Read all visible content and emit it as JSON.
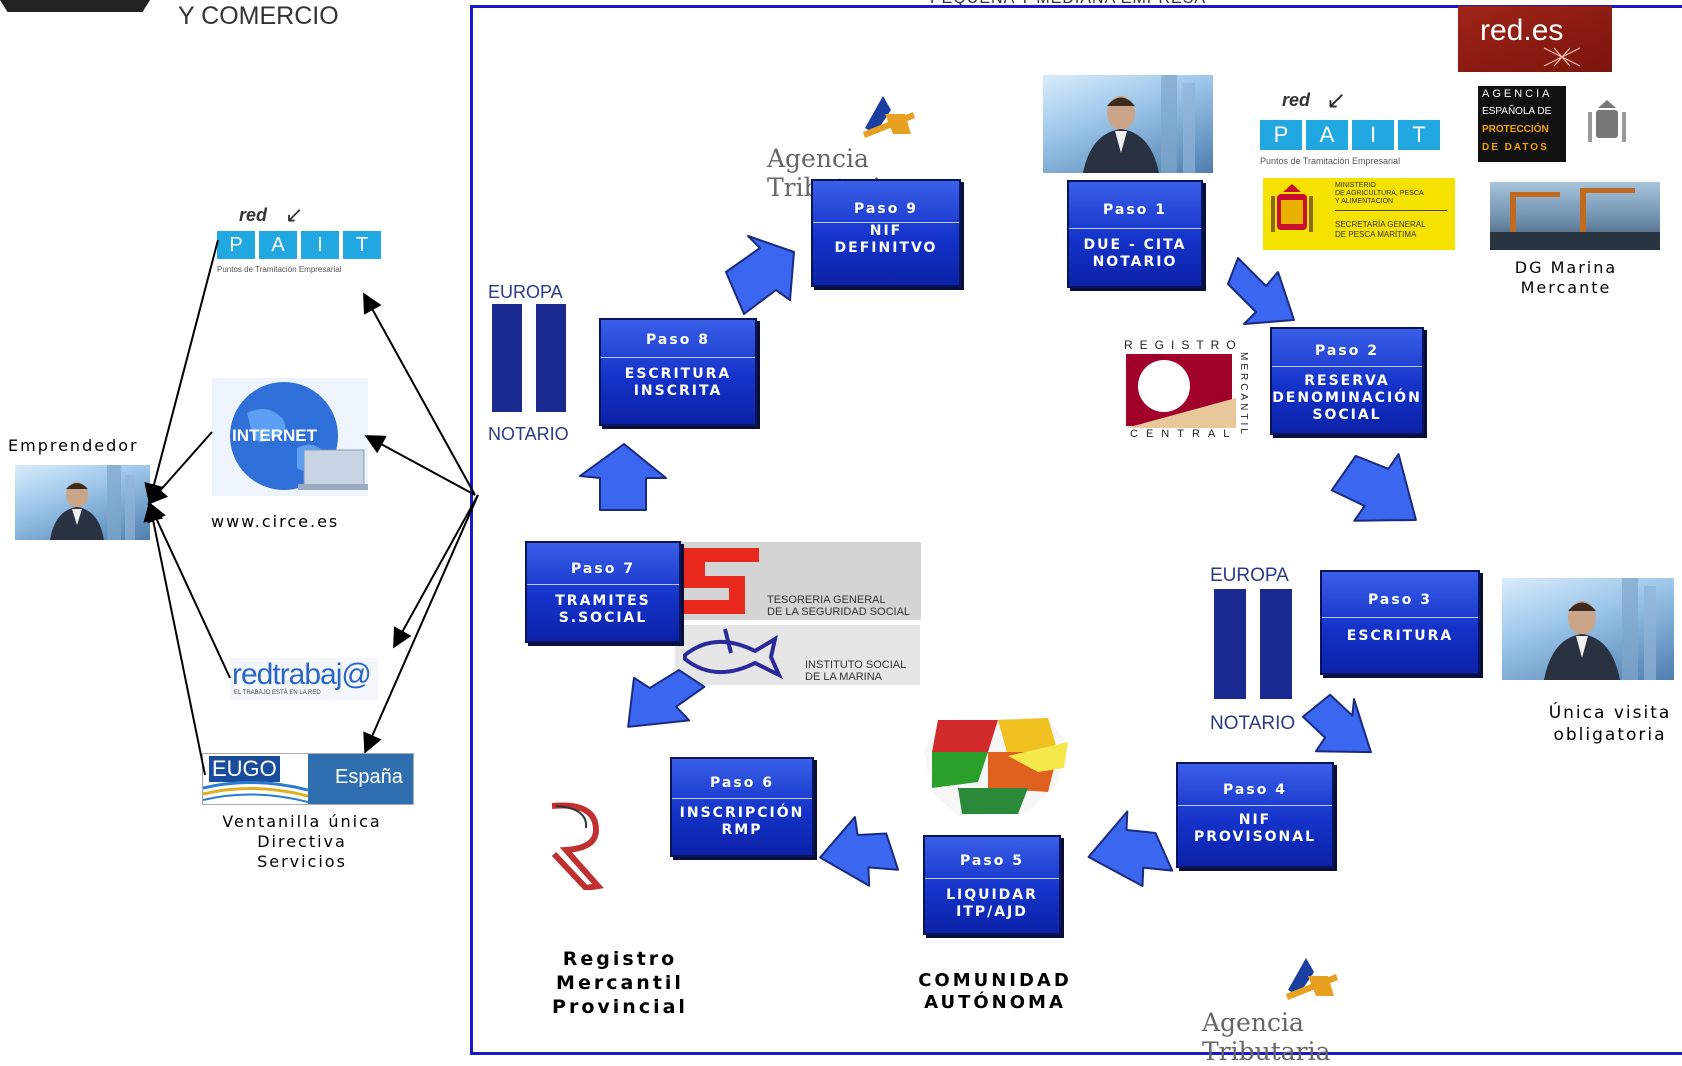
{
  "header": {
    "ministry_tail": "Y COMERCIO",
    "top_caption": "PEQUEÑA Y MEDIANA EMPRESA"
  },
  "colors": {
    "frame": "#1a1acc",
    "step_fill": "#1433c8",
    "arrow_fill": "#3a66f0"
  },
  "left": {
    "entrepreneur": "Emprendedor",
    "internet_site": "www.circe.es",
    "internet_badge": "INTERNET",
    "eugo_caption": "Ventanilla única\nDirectiva\nServicios"
  },
  "logos": {
    "pait_red": "red",
    "pait_letters": [
      "P",
      "A",
      "I",
      "T"
    ],
    "pait_caption": "Puntos de Tramitación Empresarial",
    "agencia": "Agencia Tributaria",
    "europa": "EUROPA",
    "notario": "NOTARIO",
    "redtrabajo": "redtrabaj@",
    "redtrabajo_tag": "EL TRABAJO ESTÁ EN LA RED",
    "eugo": "EUGO",
    "eugo_country": "España",
    "redes": "red.es",
    "agpd": [
      "AGENCIA",
      "ESPAÑOLA DE",
      "PROTECCIÓN",
      "DE DATOS"
    ],
    "ministerio": [
      "MINISTERIO",
      "DE AGRICULTURA, PESCA",
      "Y ALIMENTACIÓN"
    ],
    "secretaria": [
      "SECRETARÍA GENERAL",
      "DE PESCA MARÍTIMA"
    ],
    "registro_top": "REGISTRO",
    "registro_side": "MERCANTIL",
    "registro_bottom": "CENTRAL",
    "tgss": [
      "TESORERIA GENERAL",
      "DE LA SEGURIDAD SOCIAL"
    ],
    "ism": [
      "INSTITUTO SOCIAL",
      "DE LA MARINA"
    ]
  },
  "steps": [
    {
      "id": "1",
      "title": "Paso 1",
      "text": "DUE - CITA\nNOTARIO"
    },
    {
      "id": "2",
      "title": "Paso 2",
      "text": "RESERVA\nDENOMINACIÓN\nSOCIAL"
    },
    {
      "id": "3",
      "title": "Paso 3",
      "text": "ESCRITURA"
    },
    {
      "id": "4",
      "title": "Paso 4",
      "text": "NIF\nPROVISONAL"
    },
    {
      "id": "5",
      "title": "Paso 5",
      "text": "LIQUIDAR\nITP/AJD"
    },
    {
      "id": "6",
      "title": "Paso 6",
      "text": "INSCRIPCIÓN\nRMP"
    },
    {
      "id": "7",
      "title": "Paso 7",
      "text": "TRAMITES\nS.SOCIAL"
    },
    {
      "id": "8",
      "title": "Paso 8",
      "text": "ESCRITURA\nINSCRITA"
    },
    {
      "id": "9",
      "title": "Paso 9",
      "text": "NIF\nDEFINITVO"
    }
  ],
  "labels": {
    "dg_marina": "DG Marina\nMercante",
    "unica_visita": "Única visita\nobligatoria",
    "registro_provincial": "Registro\nMercantil\nProvincial",
    "comunidad": "COMUNIDAD\nAUTÓNOMA"
  }
}
